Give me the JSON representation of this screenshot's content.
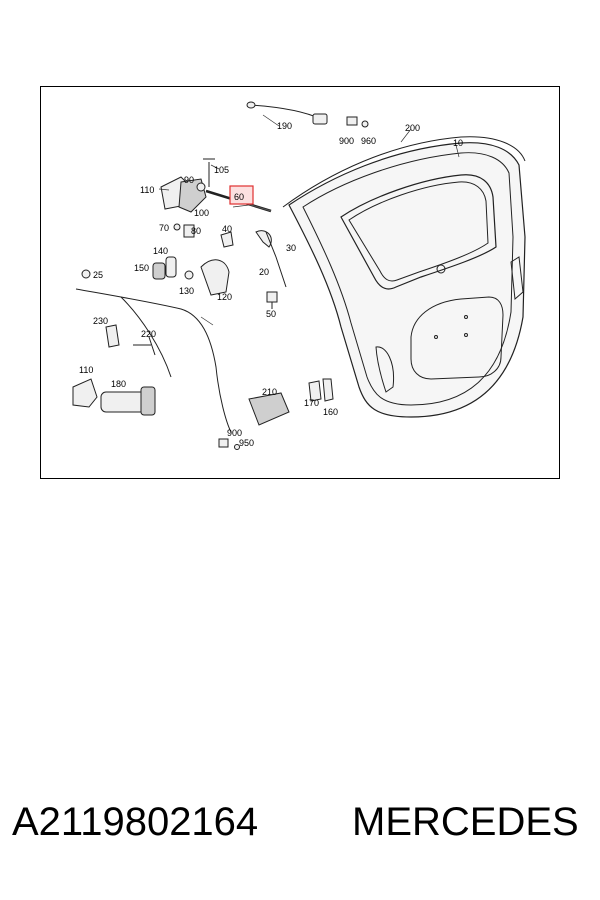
{
  "diagram": {
    "callouts": [
      "190",
      "900",
      "960",
      "200",
      "10",
      "105",
      "90",
      "110",
      "60",
      "100",
      "70",
      "80",
      "40",
      "30",
      "20",
      "140",
      "150",
      "25",
      "130",
      "120",
      "50",
      "230",
      "220",
      "110",
      "180",
      "210",
      "170",
      "160",
      "900",
      "950"
    ],
    "highlighted_callout": "60",
    "highlight_color": "#e03030"
  },
  "footer": {
    "part_number": "A2119802164",
    "brand": "MERCEDES"
  }
}
